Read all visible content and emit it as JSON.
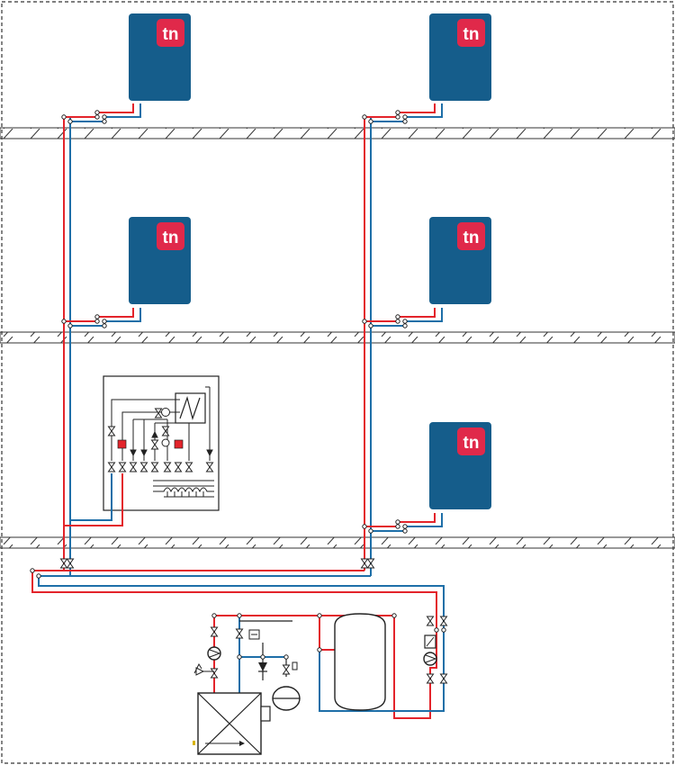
{
  "brand": {
    "logo_text": "tn",
    "unit_color": "#155d8b",
    "logo_color": "#e0294a"
  },
  "colors": {
    "supply": "#e3242b",
    "return": "#1e6fa8",
    "line": "#111111",
    "floor_hatch": "#333333",
    "border": "#333333"
  },
  "units": [
    {
      "id": "unit-floor3-left"
    },
    {
      "id": "unit-floor3-right"
    },
    {
      "id": "unit-floor2-left"
    },
    {
      "id": "unit-floor2-right"
    },
    {
      "id": "unit-floor1-right"
    }
  ],
  "floor_slabs": [
    "slab-upper",
    "slab-middle",
    "slab-lower"
  ]
}
